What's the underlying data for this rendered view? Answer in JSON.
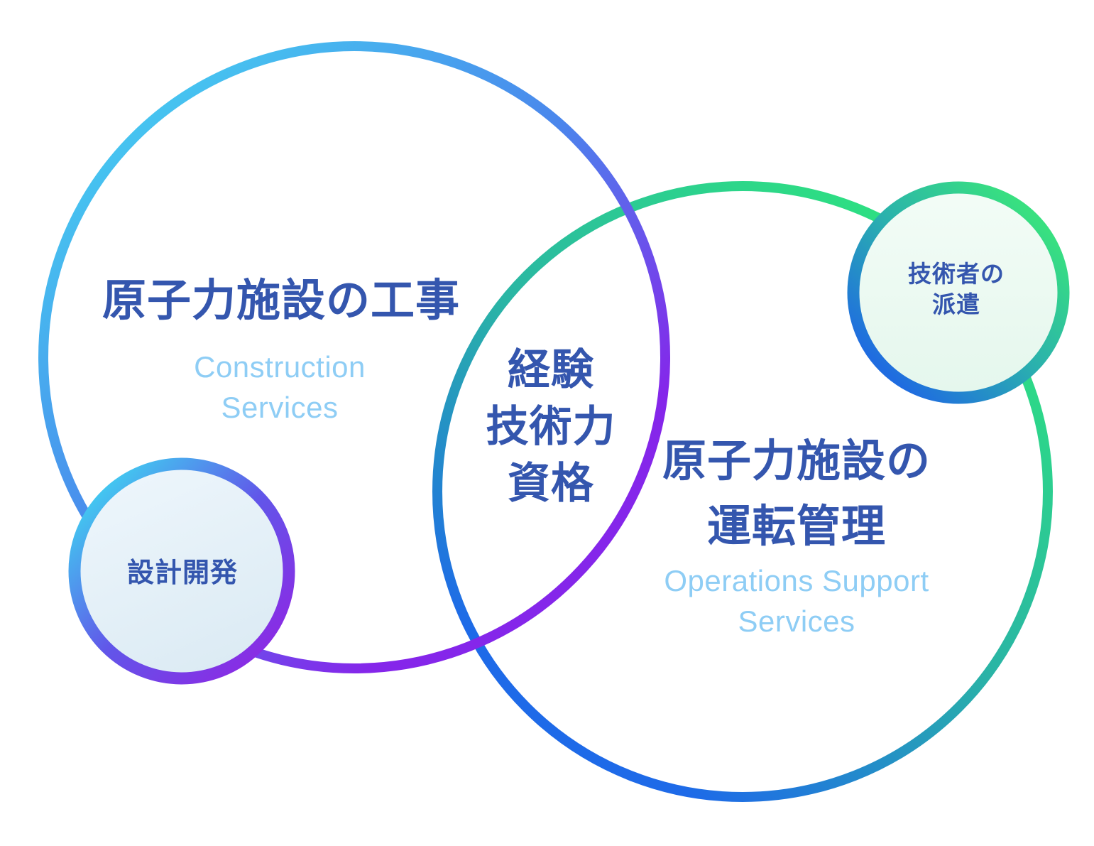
{
  "diagram": {
    "left_circle": {
      "title": "原子力施設の工事",
      "subtitle_lines": [
        "Construction",
        "Services"
      ],
      "gradient": [
        "#46c8f0",
        "#4a86ec",
        "#8526ea"
      ]
    },
    "right_circle": {
      "title_lines": [
        "原子力施設の",
        "運転管理"
      ],
      "subtitle_lines": [
        "Operations Support",
        "Services"
      ],
      "gradient": [
        "#2ee57d",
        "#2ab5a5",
        "#1e6ae8"
      ]
    },
    "overlap": {
      "lines": [
        "経験",
        "技術力",
        "資格"
      ]
    },
    "design_dev_circle": {
      "label": "設計開発",
      "border_gradient": [
        "#42c8f0",
        "#6156e9",
        "#8b2ae4"
      ],
      "fill_gradient": [
        "#ecf5fb",
        "#dcebf4"
      ]
    },
    "dispatch_circle": {
      "label_lines": [
        "技術者の",
        "派遣"
      ],
      "border_gradient": [
        "#38e080",
        "#2ab0ae",
        "#1f6ce0"
      ],
      "fill_gradient": [
        "#f2fcf6",
        "#e5f7ed"
      ]
    },
    "colors": {
      "heading_text": "#3456ae",
      "subtitle_text": "#8ecdf5",
      "background": "#ffffff"
    }
  }
}
